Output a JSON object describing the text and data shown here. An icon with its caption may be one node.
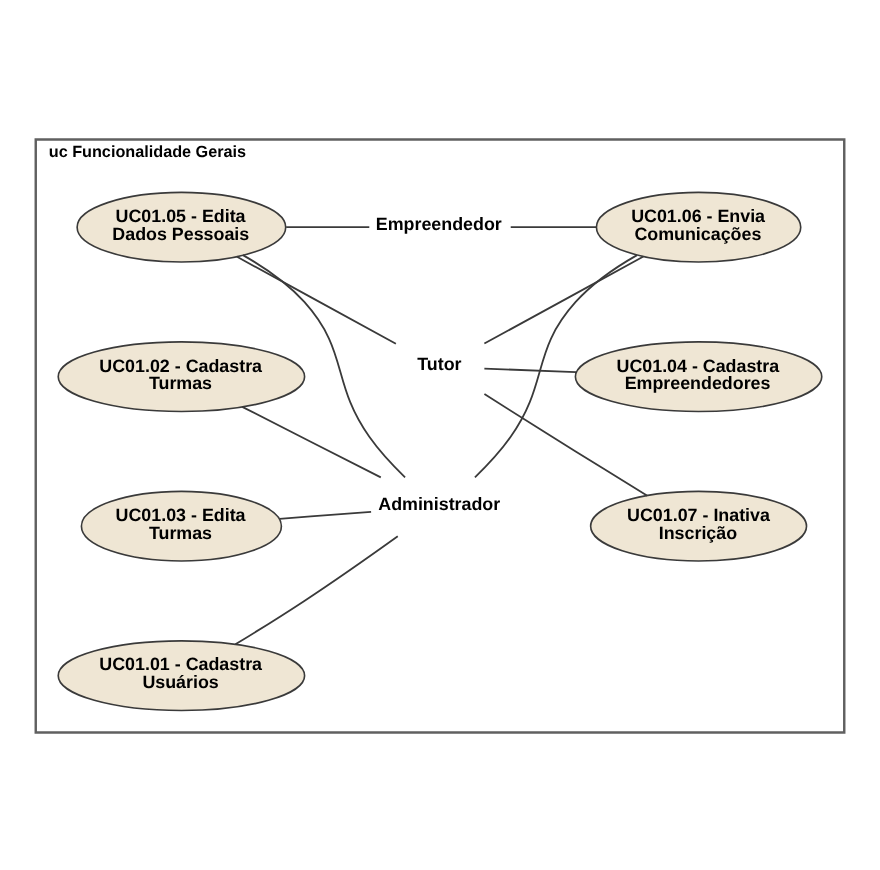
{
  "diagram": {
    "nodes": [
      {
        "text": [
          "uc Funcionalidade Gerais"
        ]
      },
      {
        "text": [
          "UC01.05 - Edita Dados Pessoais"
        ],
        "in": 0
      },
      {
        "text": [
          "Empreendedor"
        ],
        "in": 0
      },
      {
        "text": [
          "Tutor"
        ],
        "in": 0
      },
      {
        "text": [
          "UC01.06 - Envia Comunicações"
        ],
        "in": 0
      },
      {
        "text": [
          "UC01.02 - Cadastra Turmas"
        ],
        "in": 0
      },
      {
        "text": [
          "UC01.04 - Cadastra Empreendedores"
        ],
        "in": 0
      },
      {
        "text": [
          "UC01.03 - Edita Turmas"
        ],
        "in": 0
      },
      {
        "text": [
          "Administrador"
        ],
        "in": 0
      },
      {
        "text": [
          "UC01.01 - Cadastra Usuários"
        ],
        "in": 0
      },
      {
        "text": [
          "UC01.07 - Inativa Inscrição"
        ],
        "in": 0
      }
    ],
    "edges": [
      {
        "from": 1,
        "to": 2,
        "arrow": "none"
      },
      {
        "from": 2,
        "to": 4,
        "arrow": "none"
      },
      {
        "from": 1,
        "to": 3,
        "arrow": "none"
      },
      {
        "from": 1,
        "to": 8,
        "arrow": "none"
      },
      {
        "from": 3,
        "to": 4,
        "arrow": "none"
      },
      {
        "from": 3,
        "to": 6,
        "arrow": "none"
      },
      {
        "from": 3,
        "to": 10,
        "arrow": "none"
      },
      {
        "from": 5,
        "to": 8,
        "arrow": "none"
      },
      {
        "from": 7,
        "to": 8,
        "arrow": "none"
      },
      {
        "from": 9,
        "to": 8,
        "arrow": "none"
      },
      {
        "from": 8,
        "to": 4,
        "arrow": "none"
      }
    ]
  }
}
